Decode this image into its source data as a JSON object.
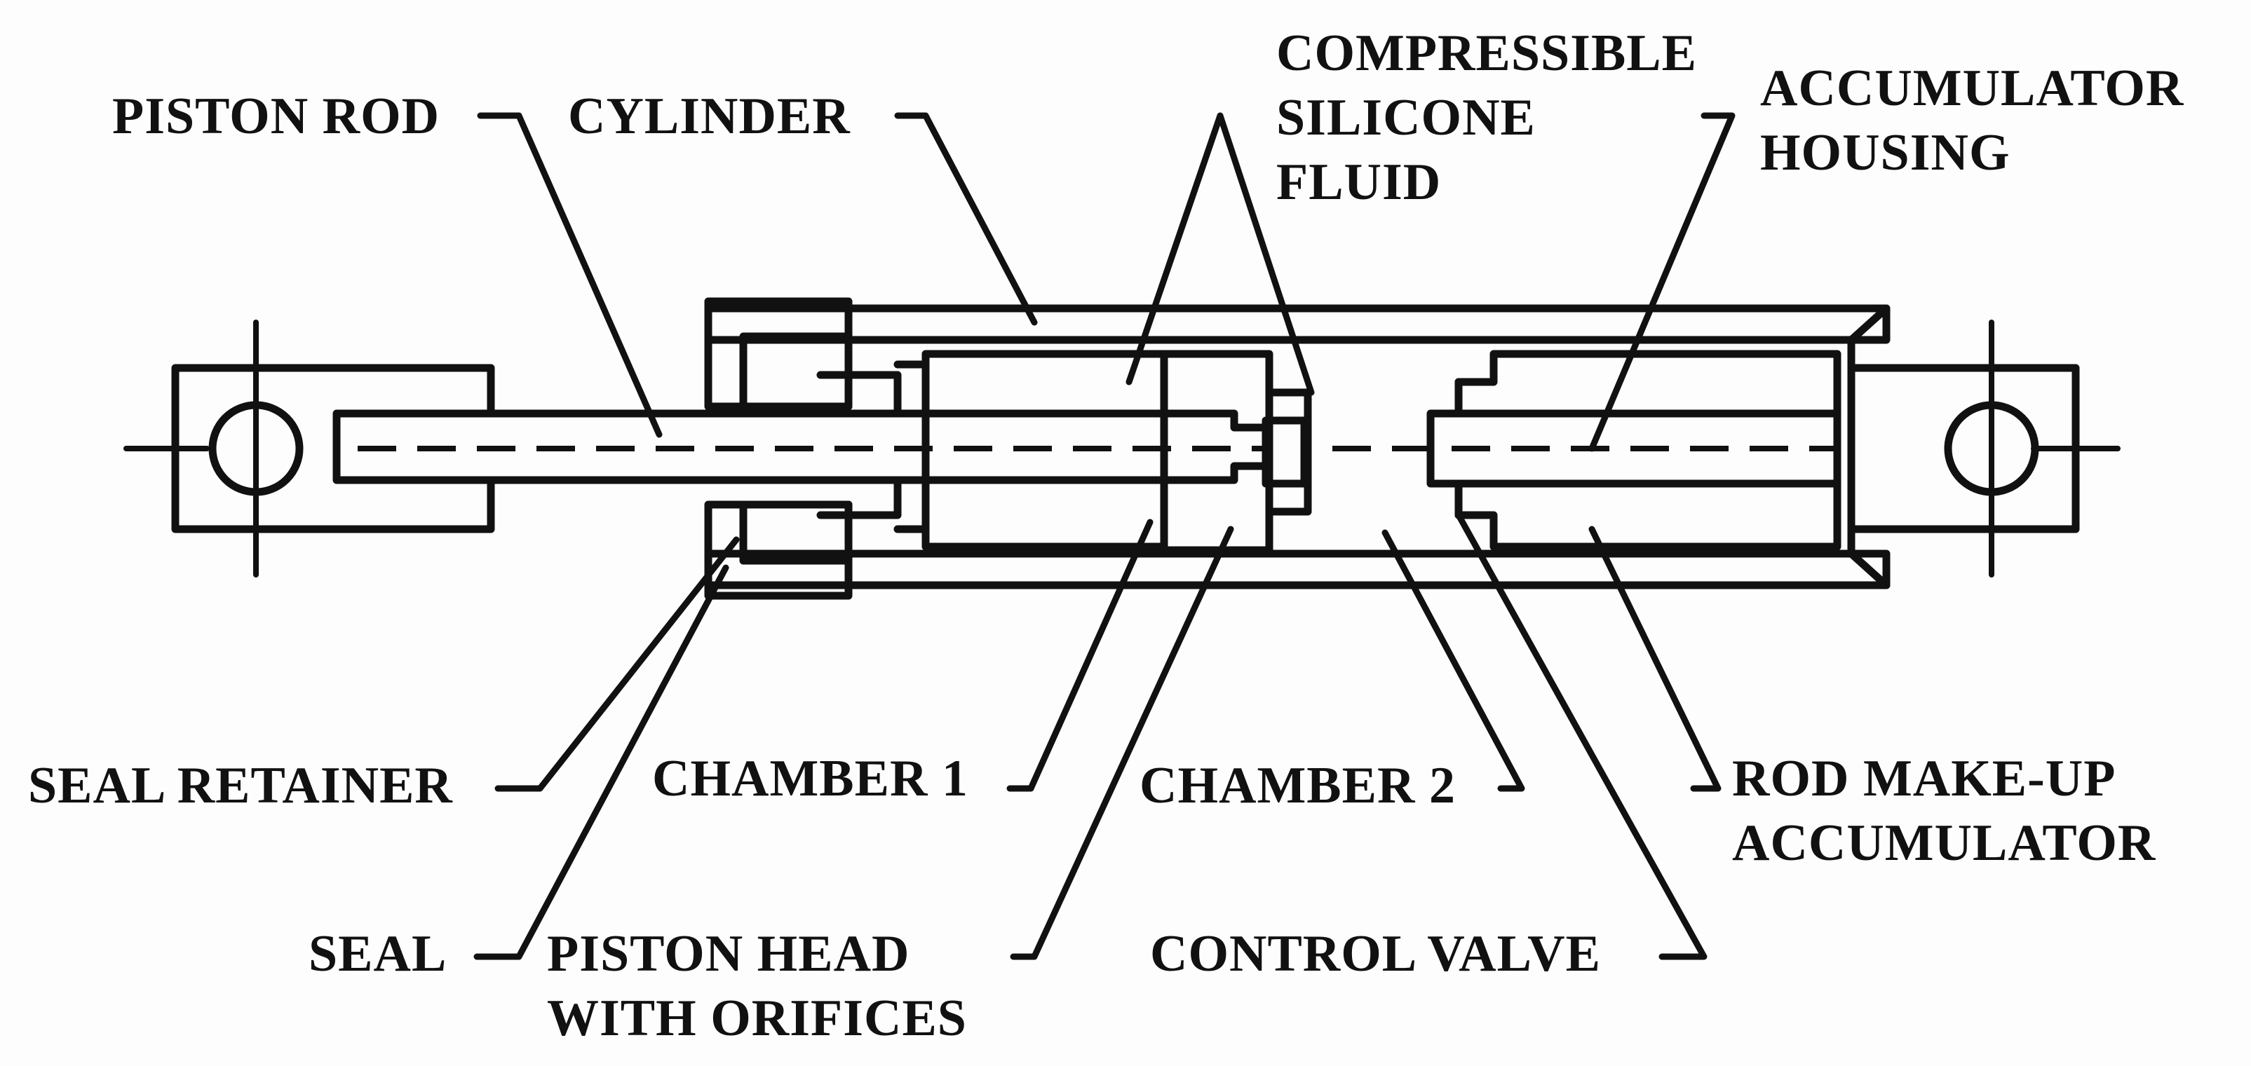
{
  "labels": {
    "piston_rod": "PISTON ROD",
    "cylinder": "CYLINDER",
    "compressible_silicone_fluid": [
      "COMPRESSIBLE",
      "SILICONE",
      "FLUID"
    ],
    "accumulator_housing": [
      "ACCUMULATOR",
      "HOUSING"
    ],
    "seal_retainer": "SEAL RETAINER",
    "chamber_1": "CHAMBER 1",
    "chamber_2": "CHAMBER 2",
    "rod_makeup_accumulator": [
      "ROD MAKE-UP",
      "ACCUMULATOR"
    ],
    "seal": "SEAL",
    "piston_head_with_orifices": [
      "PISTON HEAD",
      "WITH ORIFICES"
    ],
    "control_valve": "CONTROL VALVE"
  },
  "colors": {
    "ink": "#111111",
    "background": "#fdfdfd"
  }
}
